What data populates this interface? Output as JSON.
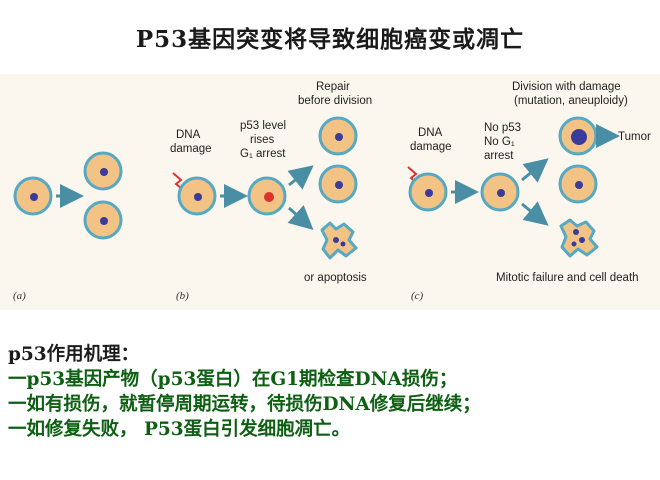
{
  "title": "P53基因突变将导致细胞癌变或凋亡",
  "figure": {
    "panel_a": {
      "label": "(a)"
    },
    "panel_b": {
      "label": "(b)",
      "dna_damage": [
        "DNA",
        "damage"
      ],
      "p53_rises": [
        "p53 level",
        "rises",
        "G₁ arrest"
      ],
      "repair": [
        "Repair",
        "before division"
      ],
      "apoptosis": "or apoptosis"
    },
    "panel_c": {
      "label": "(c)",
      "dna_damage": [
        "DNA",
        "damage"
      ],
      "no_p53": [
        "No p53",
        "No G₁",
        "arrest"
      ],
      "division_damage": [
        "Division with damage",
        "(mutation, aneuploidy)"
      ],
      "tumor": "Tumor",
      "mitotic_failure": "Mitotic failure and cell death"
    },
    "colors": {
      "cell_fill": "#f3c285",
      "cell_ring": "#55a9c2",
      "nucleus": "#3b3b99",
      "damaged_nucleus": "#d9342b",
      "arrow": "#4a8ea6",
      "damage_mark": "#d9342b"
    }
  },
  "description": {
    "heading": "p53作用机理：",
    "line1": "一p53基因产物（p53蛋白）在G1期检查DNA损伤；",
    "line2": "一如有损伤，就暂停周期运转，待损伤DNA修复后继续；",
    "line3": "一如修复失败， P53蛋白引发细胞凋亡。"
  }
}
